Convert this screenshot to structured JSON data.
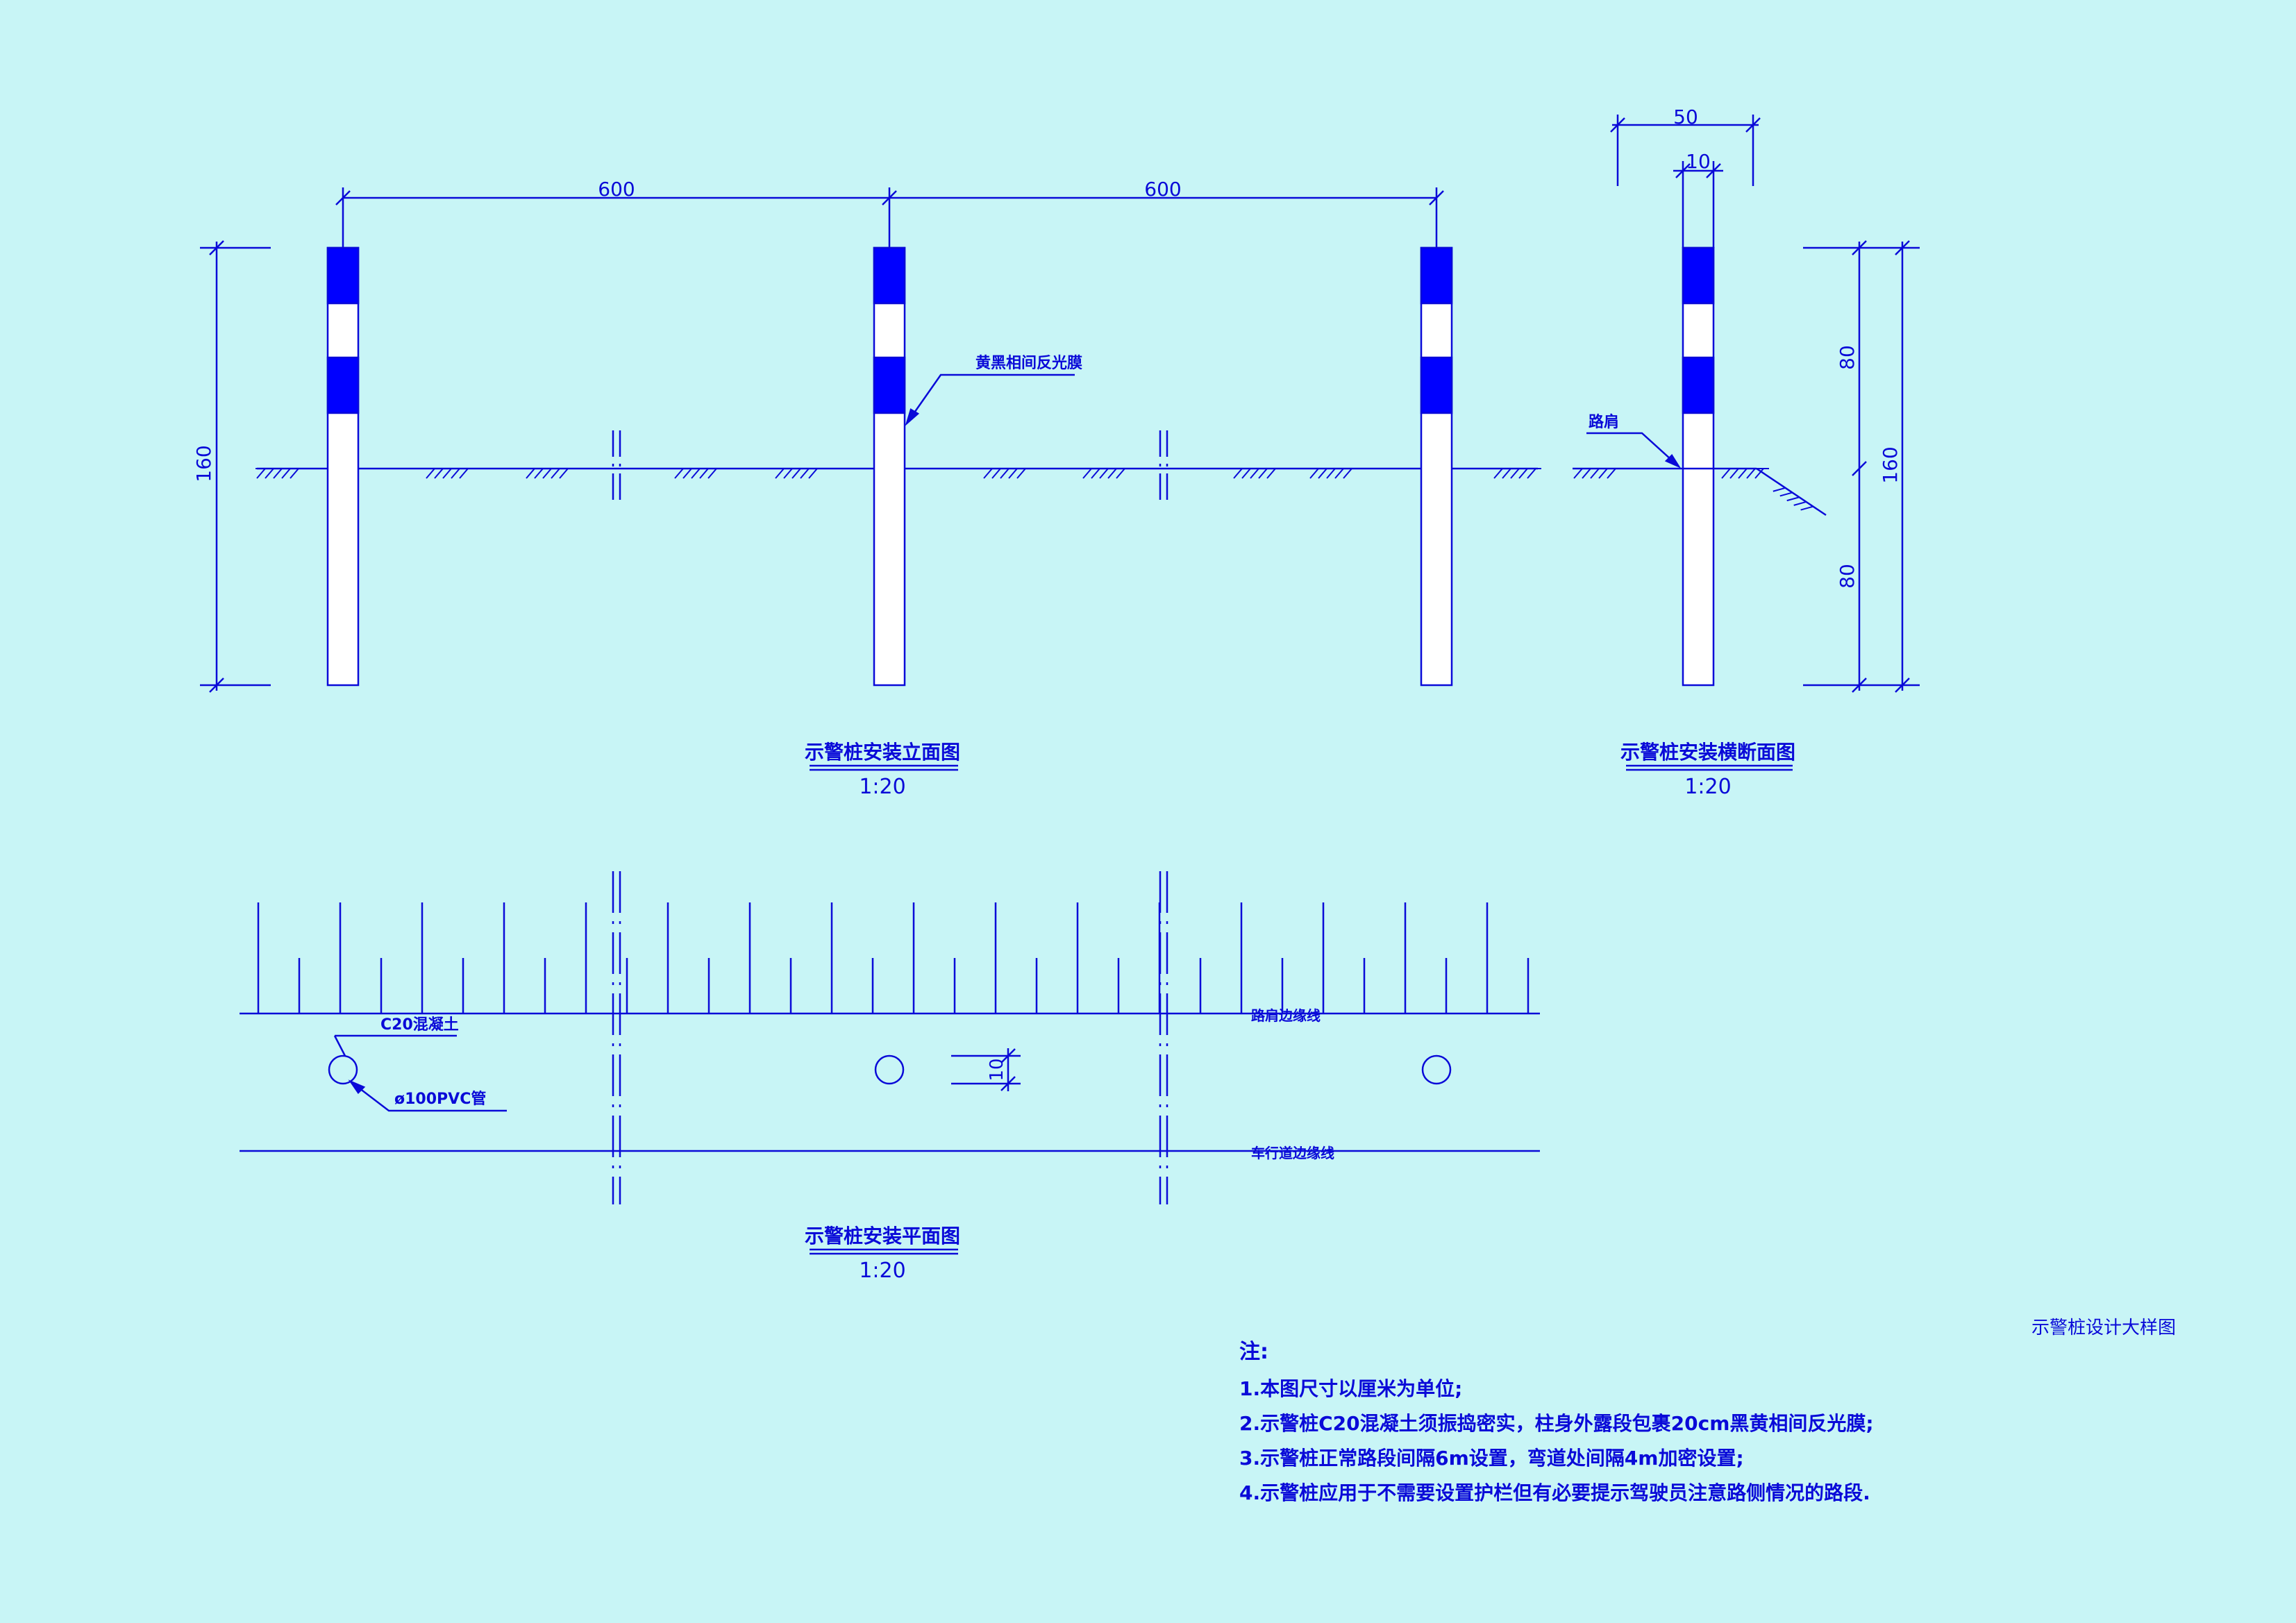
{
  "colors": {
    "background": "#c8f5f6",
    "line": "#0a0ad8",
    "band": "#0000ff",
    "white": "#ffffff"
  },
  "elevation": {
    "dim_span_left": "600",
    "dim_span_right": "600",
    "dim_height": "160",
    "reflective_film_label": "黄黑相间反光膜",
    "title": "示警桩安装立面图",
    "scale": "1:20"
  },
  "section": {
    "dim_outer_width": "50",
    "dim_post_width": "10",
    "dim_upper": "80",
    "dim_lower": "80",
    "dim_total": "160",
    "shoulder_label": "路肩",
    "title": "示警桩安装横断面图",
    "scale": "1:20"
  },
  "plan": {
    "concrete_label": "C20混凝土",
    "pipe_label": "ø100PVC管",
    "dim_diameter": "10",
    "shoulder_edge_label": "路肩边缘线",
    "lane_edge_label": "车行道边缘线",
    "title": "示警桩安装平面图",
    "scale": "1:20"
  },
  "drawing_title": "示警桩设计大样图",
  "notes": {
    "heading": "注:",
    "items": [
      "1.本图尺寸以厘米为单位;",
      "2.示警桩C20混凝土须振捣密实，柱身外露段包裹20cm黑黄相间反光膜;",
      "3.示警桩正常路段间隔6m设置，弯道处间隔4m加密设置;",
      "4.示警桩应用于不需要设置护栏但有必要提示驾驶员注意路侧情况的路段."
    ]
  }
}
